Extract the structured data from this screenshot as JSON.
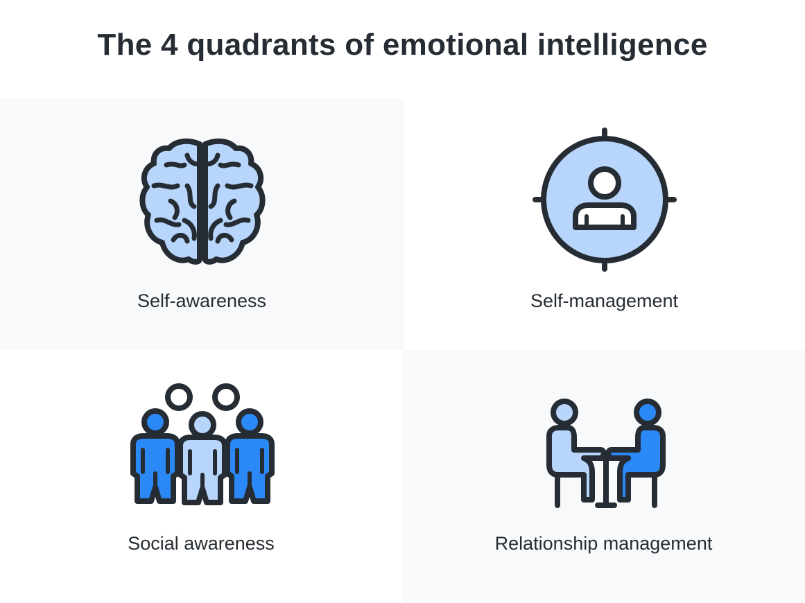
{
  "title": "The 4 quadrants of emotional intelligence",
  "colors": {
    "dark": "#262c33",
    "light_blue": "#b8d6fc",
    "blue": "#2a88f7",
    "panel": "#f8f9fb"
  },
  "quadrants": [
    {
      "label": "Self-awareness",
      "icon": "brain-icon"
    },
    {
      "label": "Self-management",
      "icon": "person-target-icon"
    },
    {
      "label": "Social awareness",
      "icon": "group-people-icon"
    },
    {
      "label": "Relationship management",
      "icon": "people-at-table-icon"
    }
  ]
}
